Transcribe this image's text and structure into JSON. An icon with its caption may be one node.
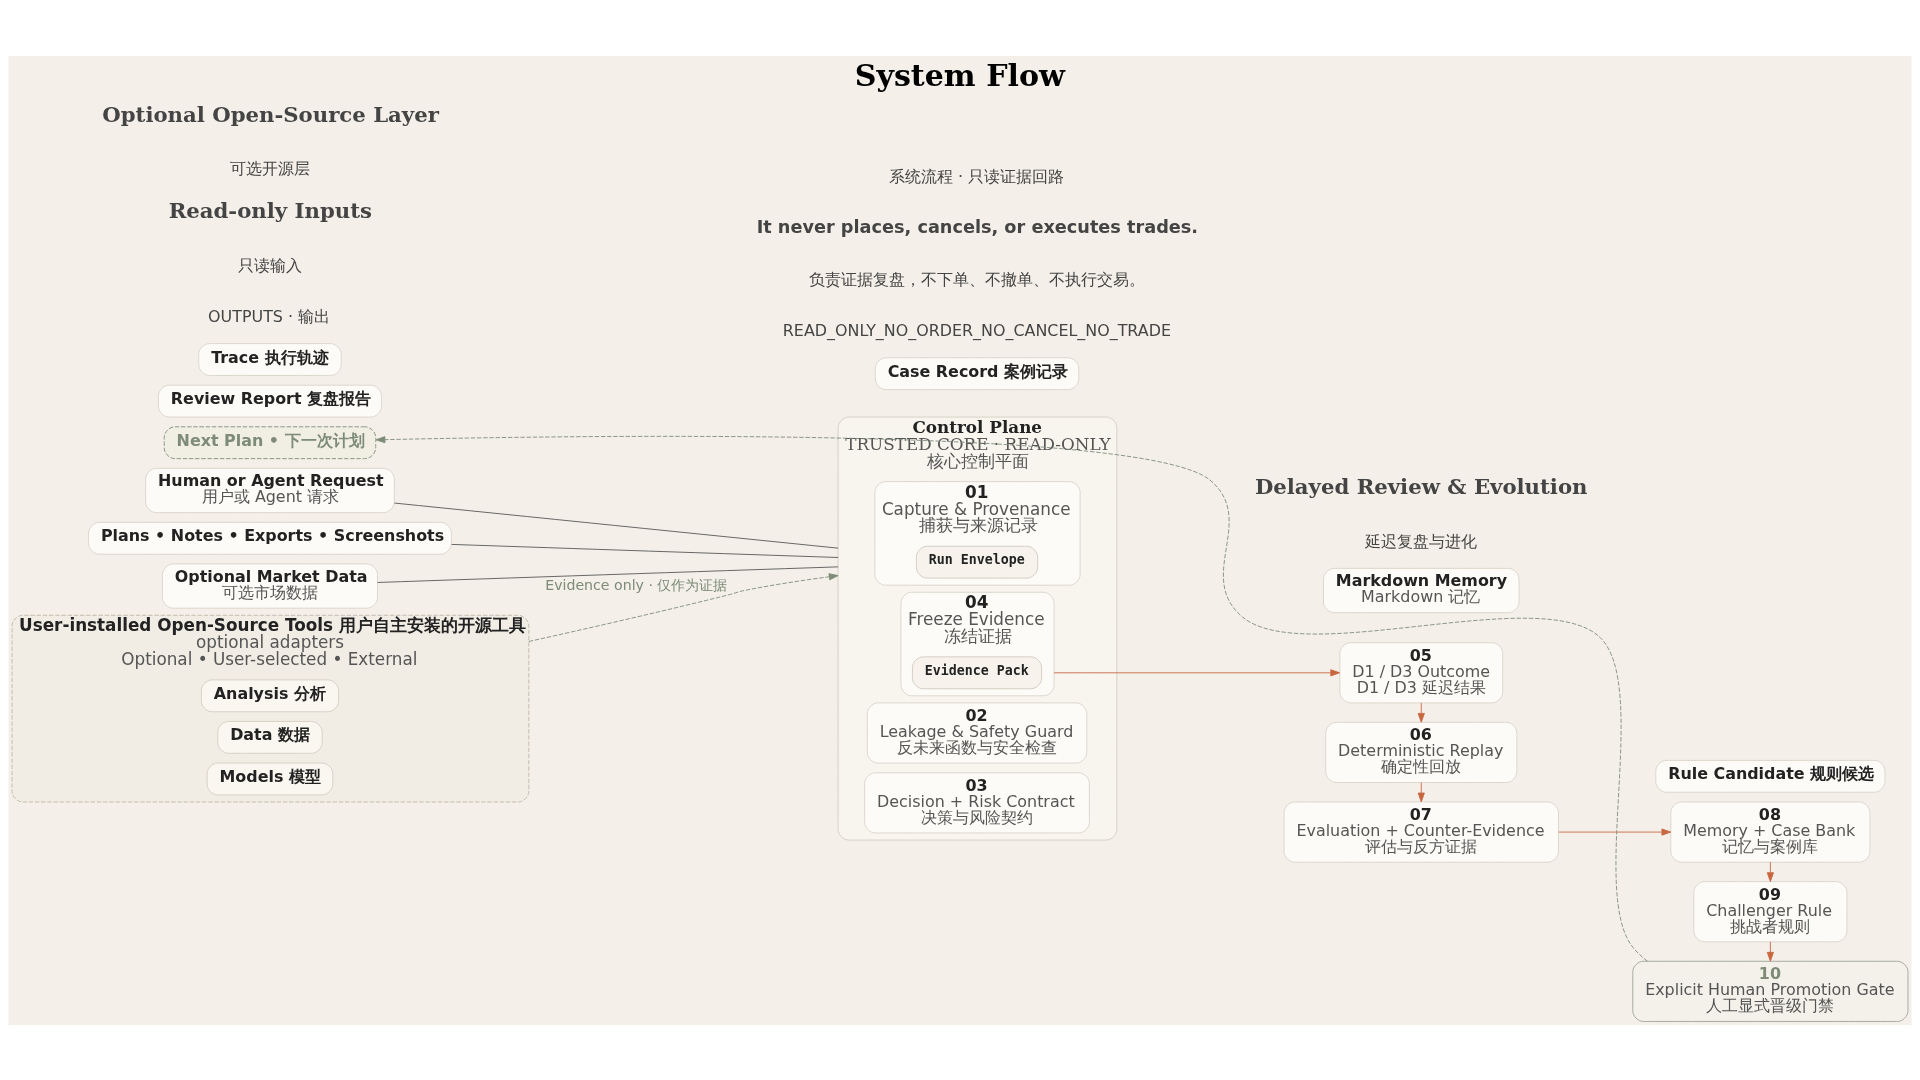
{
  "diagram": {
    "title": "System Flow",
    "nodes": [
      {
        "text": [
          "Next Plan • 下一次计划"
        ]
      },
      {
        "text": [
          "Human or Agent Request",
          "用户或 Agent 请求"
        ]
      },
      {
        "text": [
          "Plans • Notes • Exports • Screenshots"
        ]
      },
      {
        "text": [
          "Optional Market Data",
          "可选市场数据"
        ]
      },
      {
        "text": [
          "User-installed Open-Source Tools 用户自主安装的开源工具",
          "optional adapters",
          "Optional • User-selected • External"
        ]
      },
      {
        "text": [
          "Analysis 分析"
        ],
        "in": 4
      },
      {
        "text": [
          "Data 数据"
        ],
        "in": 4
      },
      {
        "text": [
          "Models 模型"
        ],
        "in": 4
      },
      {
        "text": [
          "Control Plane",
          "TRUSTED CORE · READ-ONLY",
          "核心控制平面"
        ]
      },
      {
        "text": [
          "01",
          "Capture & Provenance",
          "捕获与来源记录"
        ],
        "in": 8
      },
      {
        "text": [
          "Run Envelope"
        ],
        "in": 9
      },
      {
        "text": [
          "02",
          "Leakage & Safety Guard",
          "反未来函数与安全检查"
        ],
        "in": 8
      },
      {
        "text": [
          "03",
          "Decision + Risk Contract",
          "决策与风险契约"
        ],
        "in": 8
      },
      {
        "text": [
          "04",
          "Freeze Evidence",
          "冻结证据"
        ],
        "in": 8
      },
      {
        "text": [
          "Evidence Pack"
        ],
        "in": 13
      },
      {
        "text": [
          "05",
          "D1 / D3 Outcome",
          "D1 / D3 延迟结果"
        ]
      },
      {
        "text": [
          "06",
          "Deterministic Replay",
          "确定性回放"
        ]
      },
      {
        "text": [
          "07",
          "Evaluation + Counter-Evidence",
          "评估与反方证据"
        ]
      },
      {
        "text": [
          "08",
          "Memory + Case Bank",
          "记忆与案例库"
        ]
      },
      {
        "text": [
          "09",
          "Challenger Rule",
          "挑战者规则"
        ]
      },
      {
        "text": [
          "10",
          "Explicit Human Promotion Gate",
          "人工显式晋级门禁"
        ]
      },
      {
        "text": [
          "Review Report 复盘报告"
        ]
      },
      {
        "text": [
          "Trace 执行轨迹"
        ]
      },
      {
        "text": [
          "Case Record 案例记录"
        ]
      },
      {
        "text": [
          "Markdown Memory",
          "Markdown 记忆"
        ]
      },
      {
        "text": [
          "Rule Candidate 规则候选"
        ]
      }
    ],
    "edges": [
      {
        "from": 1,
        "to": 8,
        "arrow": "none",
        "color": "#555555"
      },
      {
        "from": 2,
        "to": 8,
        "arrow": "none",
        "color": "#555555"
      },
      {
        "from": 3,
        "to": 8,
        "arrow": "none",
        "color": "#555555"
      },
      {
        "from": 4,
        "to": 8,
        "arrow": "to",
        "label": "Evidence only · 仅作为证据",
        "style": "dashed",
        "color": "#7d8b77"
      },
      {
        "from": 13,
        "to": 15,
        "arrow": "to"
      },
      {
        "from": 15,
        "to": 16,
        "arrow": "to"
      },
      {
        "from": 16,
        "to": 17,
        "arrow": "to"
      },
      {
        "from": 17,
        "to": 18,
        "arrow": "to"
      },
      {
        "from": 18,
        "to": 19,
        "arrow": "to"
      },
      {
        "from": 19,
        "to": 20,
        "arrow": "to"
      },
      {
        "from": 20,
        "to": 0,
        "arrow": "to",
        "style": "dashed",
        "color": "#7d8b77"
      }
    ],
    "labels": [
      "系统流程 · 只读证据回路",
      "Read-only Inputs",
      "只读输入",
      "Optional Open-Source Layer",
      "可选开源层",
      "Delayed Review & Evolution",
      "延迟复盘与进化",
      "OUTPUTS · 输出",
      "It never places, cancels, or executes trades.",
      "负责证据复盘，不下单、不撤单、不执行交易。",
      "READ_ONLY_NO_ORDER_NO_CANCEL_NO_TRADE"
    ]
  }
}
